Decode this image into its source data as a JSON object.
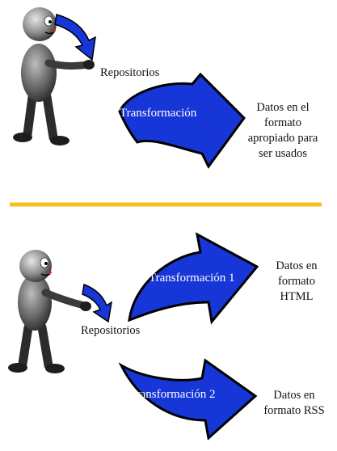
{
  "colors": {
    "arrow_fill": "#1736d8",
    "arrow_stroke": "#000000",
    "divider": "#f3c21c",
    "figure_body": "#777777",
    "figure_dark": "#1d1d1d"
  },
  "top": {
    "source_label": "Repositorios",
    "arrow_label": "Transformación",
    "output_lines": [
      "Datos en el",
      "formato",
      "apropiado para",
      "ser usados"
    ]
  },
  "bottom": {
    "source_label": "Repositorios",
    "arrow1_label": "Transformación 1",
    "output1_lines": [
      "Datos en",
      "formato",
      "HTML"
    ],
    "arrow2_label": "Transformación 2",
    "output2_lines": [
      "Datos en",
      "formato RSS"
    ]
  }
}
